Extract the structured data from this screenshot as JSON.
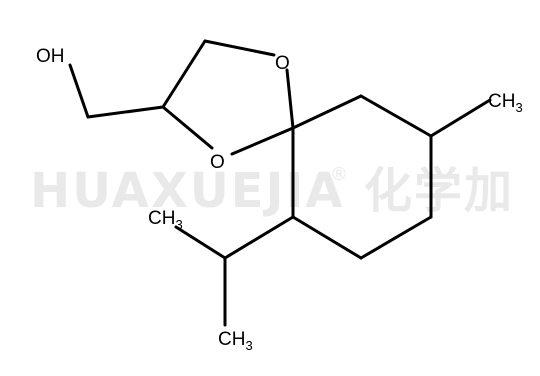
{
  "watermark": {
    "brand": "HUAXUEJIA",
    "registered": "®",
    "chinese": "化学加"
  },
  "atoms": {
    "oh": "OH",
    "o_top": "O",
    "o_bottom": "O",
    "ch3_right": {
      "main": "CH",
      "sub": "3"
    },
    "ch3_upper": {
      "main": "CH",
      "sub": "3"
    },
    "ch3_lower": {
      "main": "CH",
      "sub": "3"
    }
  }
}
